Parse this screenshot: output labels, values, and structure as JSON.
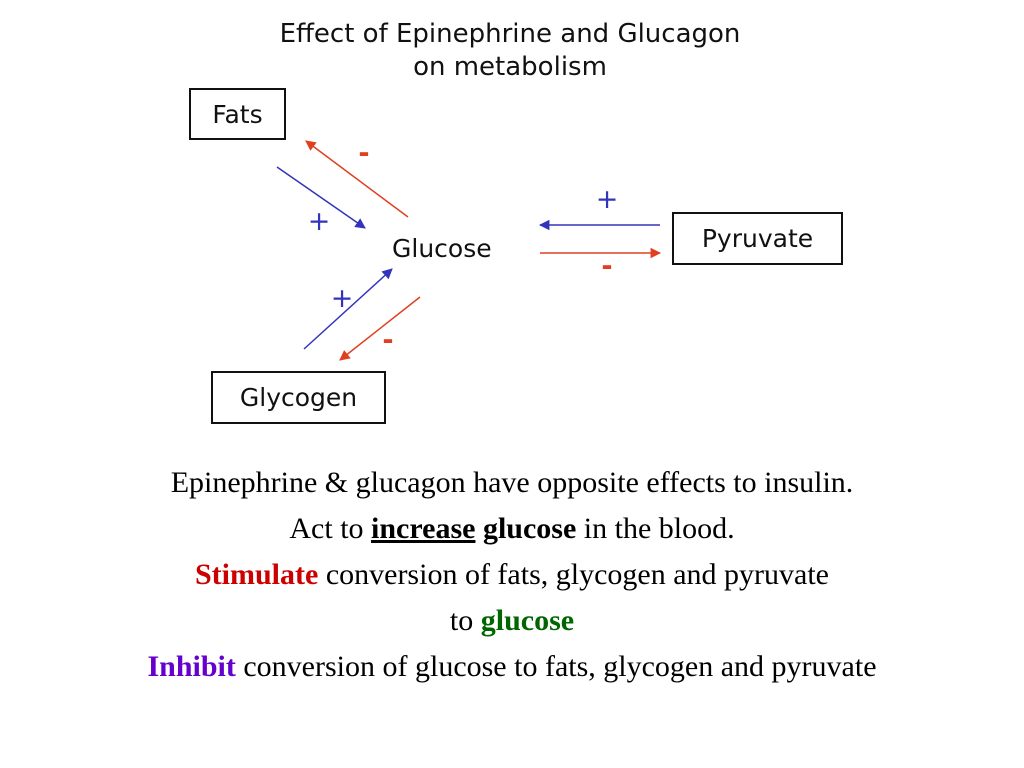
{
  "diagram": {
    "title_line1": "Effect of Epinephrine and Glucagon",
    "title_line2": "on metabolism",
    "center": "Glucose",
    "nodes": {
      "fats": "Fats",
      "pyruvate": "Pyruvate",
      "glycogen": "Glycogen"
    },
    "signs": {
      "fats_to_glucose": "+",
      "glucose_to_fats": "-",
      "pyruvate_to_glucose": "+",
      "glucose_to_pyruvate": "-",
      "glycogen_to_glucose": "+",
      "glucose_to_glycogen": "-"
    },
    "colors": {
      "stimulate_arrow": "#3333bb",
      "inhibit_arrow": "#e04020"
    }
  },
  "caption": {
    "line1": "Epinephrine & glucagon have opposite effects to insulin.",
    "line2_prefix": "Act to ",
    "line2_increase": "increase",
    "line2_glucose": "glucose",
    "line2_suffix": " in the blood.",
    "line3_stimulate": "Stimulate",
    "line3_rest": " conversion of fats, glycogen and pyruvate",
    "line4_prefix": "to ",
    "line4_glucose": "glucose",
    "line5_inhibit": "Inhibit",
    "line5_rest": " conversion of glucose to fats, glycogen and pyruvate",
    "colors": {
      "stimulate": "#cc0000",
      "glucose": "#006600",
      "inhibit": "#6600cc"
    }
  }
}
